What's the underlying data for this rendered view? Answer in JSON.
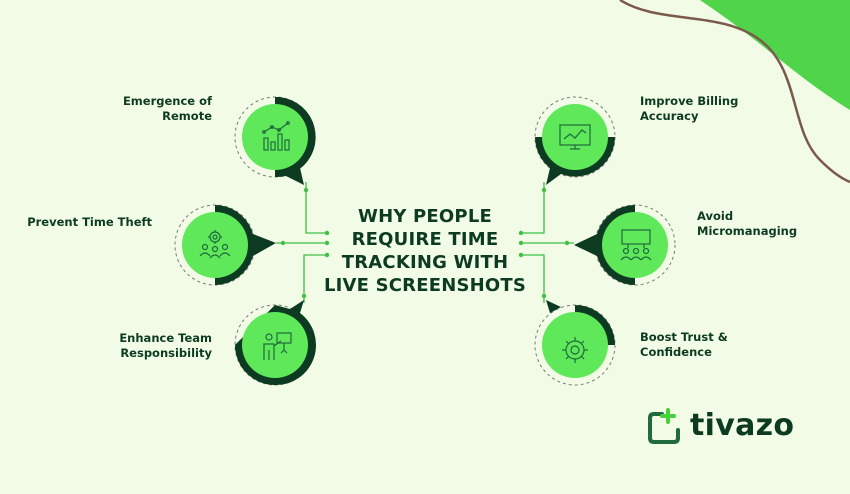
{
  "title_lines": [
    "WHY PEOPLE",
    "REQUIRE TIME",
    "TRACKING WITH",
    "LIVE SCREENSHOTS"
  ],
  "reasons": {
    "left": [
      {
        "label": "Emergence of\nRemote",
        "icon": "chart-icon"
      },
      {
        "label": "Prevent Time Theft",
        "icon": "team-gear-icon"
      },
      {
        "label": "Enhance Team\nResponsibility",
        "icon": "presenter-icon"
      }
    ],
    "right": [
      {
        "label": "Improve Billing\nAccuracy",
        "icon": "monitor-chart-icon"
      },
      {
        "label": "Avoid\nMicromanaging",
        "icon": "team-board-icon"
      },
      {
        "label": "Boost Trust &\nConfidence",
        "icon": "gear-icon"
      }
    ]
  },
  "brand": {
    "name": "tivazo",
    "logo_icon": "tivazo-logo-icon"
  },
  "colors": {
    "background": "#f2fbe6",
    "circle_fill": "#5fe85a",
    "dark_green": "#0d3b22",
    "mid_green": "#1f6b3c",
    "accent_green": "#46d13a",
    "connector": "#3fbf45"
  }
}
